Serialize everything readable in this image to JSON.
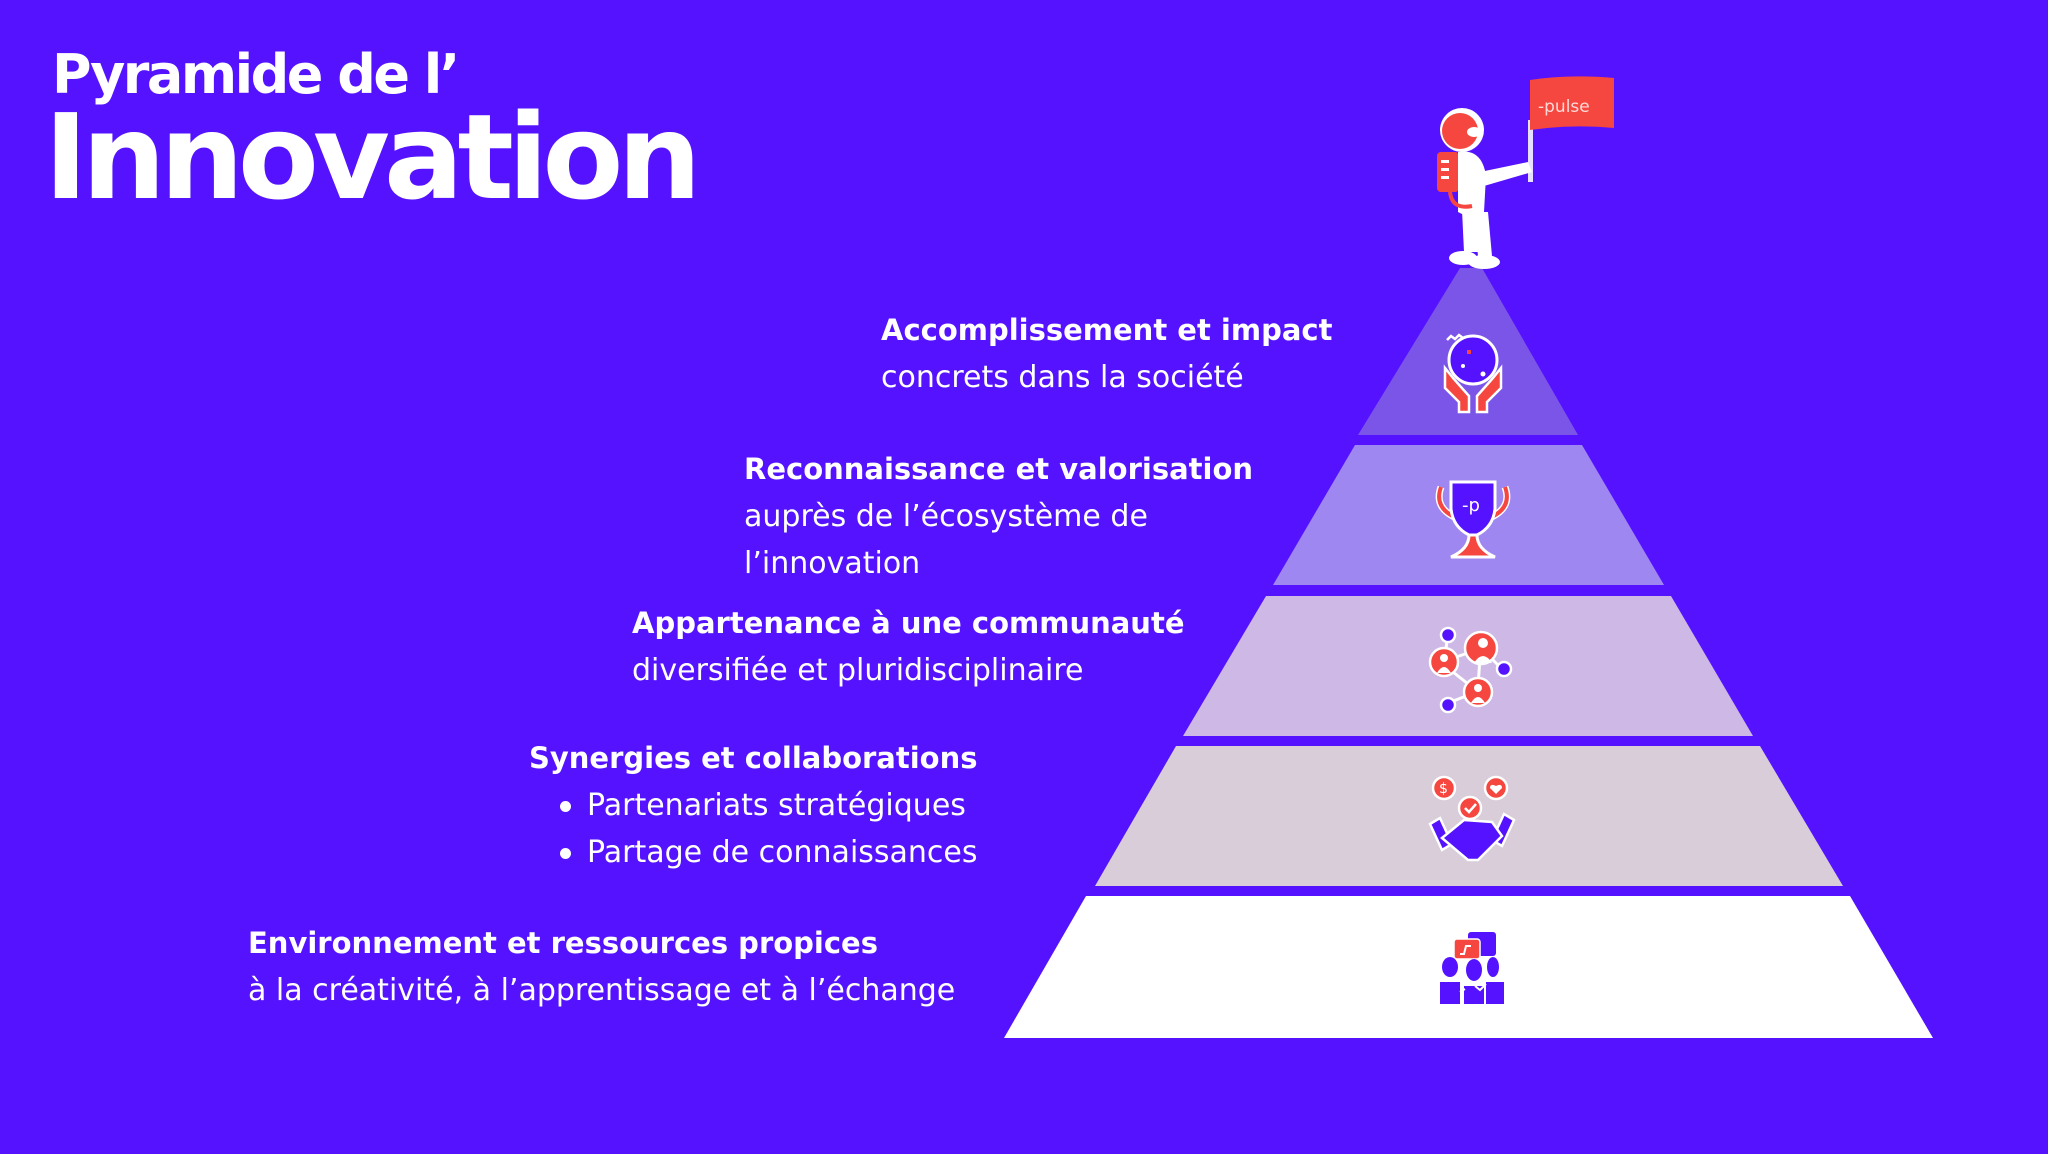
{
  "title": {
    "line1": "Pyramide de l’",
    "line2": "Innovation"
  },
  "colors": {
    "background": "#5512ff",
    "accent": "#f5473f",
    "tier1": "#7b55e8",
    "tier2": "#9f87f2",
    "tier3": "#cdb8e6",
    "tier4": "#d8cdd9",
    "tier5": "#ffffff"
  },
  "mascot": {
    "icon": "astronaut-with-flag-icon",
    "flag_text": "-pulse"
  },
  "tiers": [
    {
      "level": 1,
      "icon": "hands-holding-globe-icon",
      "heading": "Accomplissement et impact",
      "lines": [
        "concrets dans la société"
      ]
    },
    {
      "level": 2,
      "icon": "trophy-icon",
      "trophy_text": "-p",
      "heading": "Reconnaissance et valorisation",
      "lines": [
        "auprès de l’écosystème de",
        "l’innovation"
      ]
    },
    {
      "level": 3,
      "icon": "community-network-icon",
      "heading": "Appartenance à une communauté",
      "lines": [
        "diversifiée et pluridisciplinaire"
      ]
    },
    {
      "level": 4,
      "icon": "handshake-partnership-icon",
      "heading": "Synergies et collaborations",
      "bullets": [
        "Partenariats stratégiques",
        "Partage de connaissances"
      ]
    },
    {
      "level": 5,
      "icon": "team-discussion-icon",
      "heading": "Environnement et ressources propices",
      "lines": [
        "à la créativité, à l’apprentissage et à l’échange"
      ]
    }
  ]
}
